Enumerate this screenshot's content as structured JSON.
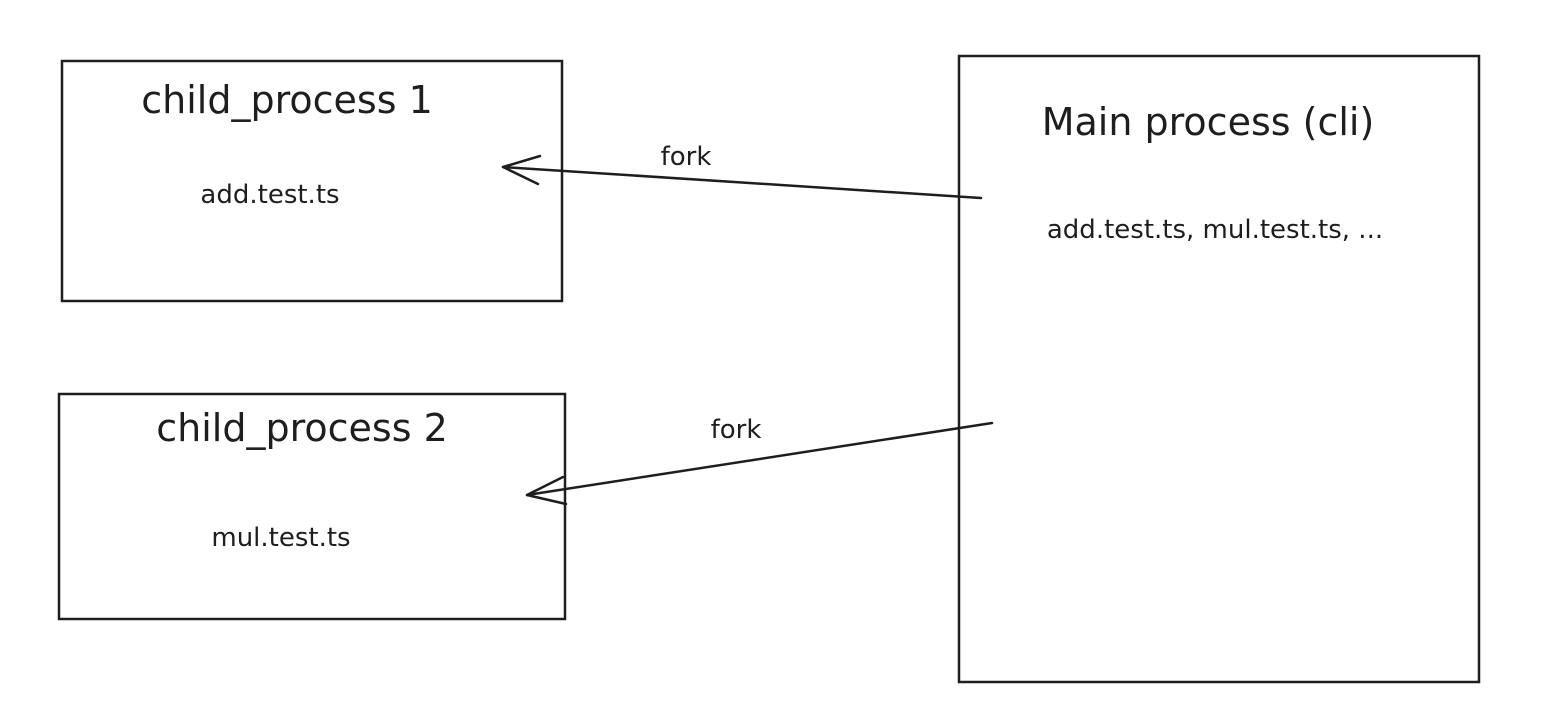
{
  "nodes": {
    "child1": {
      "title": "child_process 1",
      "content": "add.test.ts"
    },
    "child2": {
      "title": "child_process 2",
      "content": "mul.test.ts"
    },
    "main": {
      "title": "Main process (cli)",
      "content": "add.test.ts, mul.test.ts, ..."
    }
  },
  "edges": [
    {
      "from": "main",
      "to": "child1",
      "label": "fork"
    },
    {
      "from": "main",
      "to": "child2",
      "label": "fork"
    }
  ],
  "colors": {
    "stroke": "#1e1e1e",
    "background": "#ffffff"
  }
}
